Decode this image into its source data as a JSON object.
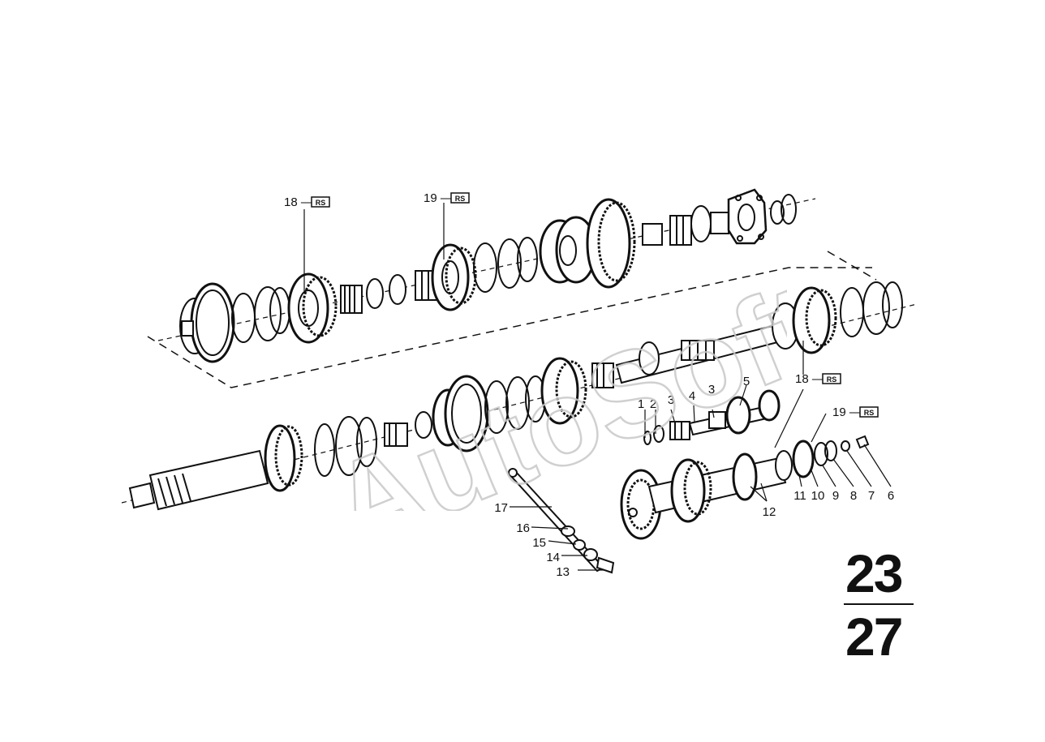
{
  "watermark": {
    "text": "AutoSoft"
  },
  "group_number": {
    "top": "23",
    "bottom": "27"
  },
  "rs_badge": "RS",
  "callouts": [
    {
      "label": "18"
    },
    {
      "label": "19"
    },
    {
      "label": "18"
    },
    {
      "label": "19"
    },
    {
      "label": "1"
    },
    {
      "label": "2"
    },
    {
      "label": "3"
    },
    {
      "label": "4"
    },
    {
      "label": "3"
    },
    {
      "label": "5"
    },
    {
      "label": "6"
    },
    {
      "label": "7"
    },
    {
      "label": "8"
    },
    {
      "label": "9"
    },
    {
      "label": "10"
    },
    {
      "label": "11"
    },
    {
      "label": "12"
    },
    {
      "label": "13"
    },
    {
      "label": "14"
    },
    {
      "label": "15"
    },
    {
      "label": "16"
    },
    {
      "label": "17"
    }
  ]
}
